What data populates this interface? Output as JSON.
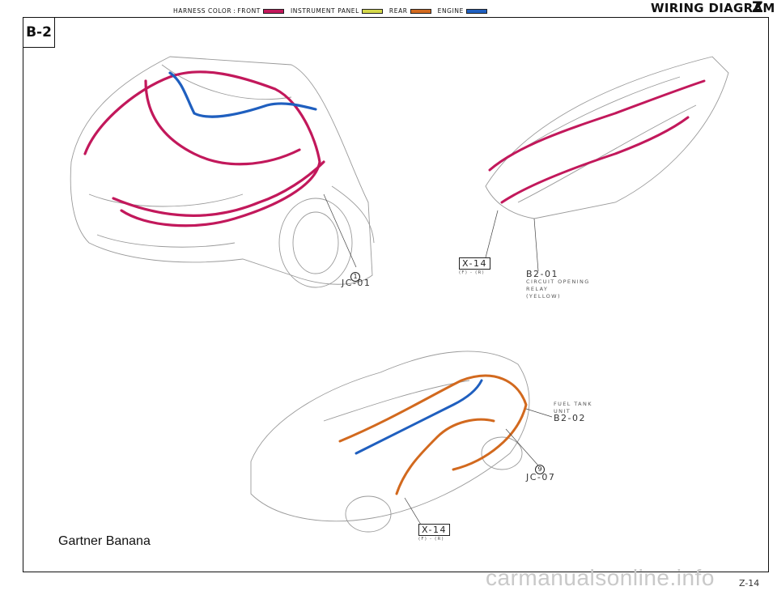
{
  "header": {
    "legend_prefix": "HARNESS COLOR",
    "legend_sep": ":",
    "legend_items": [
      {
        "label": "FRONT",
        "color": "#c2185b"
      },
      {
        "label": "INSTRUMENT PANEL",
        "color": "#d4d84a"
      },
      {
        "label": "REAR",
        "color": "#d2691e"
      },
      {
        "label": "ENGINE",
        "color": "#1f5fbf"
      }
    ],
    "title": "WIRING DIAGRAM",
    "section_letter": "Z"
  },
  "section_id": "B-2",
  "callouts": {
    "jc01_num": "1",
    "jc01_code": "JC-01",
    "x14_top_code": "X-14",
    "x14_top_sub": "(F) - (R)",
    "b201_code": "B2-01",
    "b201_desc": [
      "CIRCUIT OPENING",
      "RELAY",
      "(YELLOW)"
    ],
    "fuel_tank": [
      "FUEL TANK",
      "UNIT"
    ],
    "b202_code": "B2-02",
    "jc07_num": "9",
    "jc07_code": "JC-07",
    "x14_bottom_code": "X-14",
    "x14_bottom_sub": "(F) - (R)"
  },
  "caption": "Gartner Banana",
  "page_number": "Z-14",
  "watermark": "carmanualsonline.info",
  "colors": {
    "front": "#c2185b",
    "instrument_panel": "#d4d84a",
    "rear": "#d2691e",
    "engine": "#1f5fbf"
  }
}
